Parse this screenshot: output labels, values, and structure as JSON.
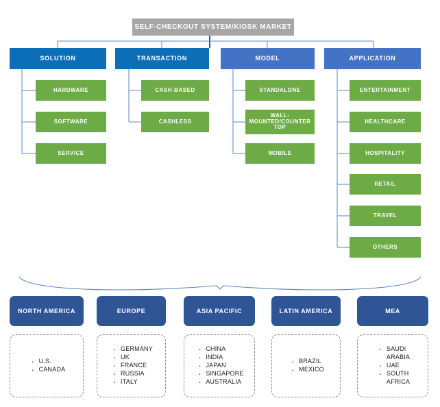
{
  "diagram": {
    "title": "SELF-CHECKOUT SYSTEM/KIOSK MARKET",
    "colors": {
      "title_bg": "#a6a6a6",
      "category_dark_blue": "#0d6eb8",
      "category_light_blue": "#4472c4",
      "leaf_green": "#6cab45",
      "region_navy": "#2f5597",
      "connector_line": "#5b84c4",
      "dashed_border": "#8a8a8a",
      "background": "#ffffff"
    },
    "segments": [
      {
        "label": "SOLUTION",
        "style": "dark",
        "items": [
          {
            "label": "HARDWARE"
          },
          {
            "label": "SOFTWARE"
          },
          {
            "label": "SERVICE"
          }
        ]
      },
      {
        "label": "TRANSACTION",
        "style": "dark",
        "items": [
          {
            "label": "CASH-BASED"
          },
          {
            "label": "CASHLESS"
          }
        ]
      },
      {
        "label": "MODEL",
        "style": "light",
        "items": [
          {
            "label": "STANDALONE"
          },
          {
            "label": "WALL-MOUNTED/COUNTER TOP"
          },
          {
            "label": "MOBILE"
          }
        ]
      },
      {
        "label": "APPLICATION",
        "style": "light",
        "items": [
          {
            "label": "ENTERTAINMENT"
          },
          {
            "label": "HEALTHCARE"
          },
          {
            "label": "HOSPITALITY"
          },
          {
            "label": "RETAIL"
          },
          {
            "label": "TRAVEL"
          },
          {
            "label": "OTHERS"
          }
        ]
      }
    ],
    "regions": [
      {
        "label": "NORTH AMERICA",
        "countries": [
          "U.S.",
          "CANADA"
        ]
      },
      {
        "label": "EUROPE",
        "countries": [
          "GERMANY",
          "UK",
          "FRANCE",
          "RUSSIA",
          "ITALY"
        ]
      },
      {
        "label": "ASIA PACIFIC",
        "countries": [
          "CHINA",
          "INDIA",
          "JAPAN",
          "SINGAPORE",
          "AUSTRALIA"
        ]
      },
      {
        "label": "LATIN AMERICA",
        "countries": [
          "BRAZIL",
          "MEXICO"
        ]
      },
      {
        "label": "MEA",
        "countries": [
          "SAUDI ARABIA",
          "UAE",
          "SOUTH AFRICA"
        ]
      }
    ]
  }
}
